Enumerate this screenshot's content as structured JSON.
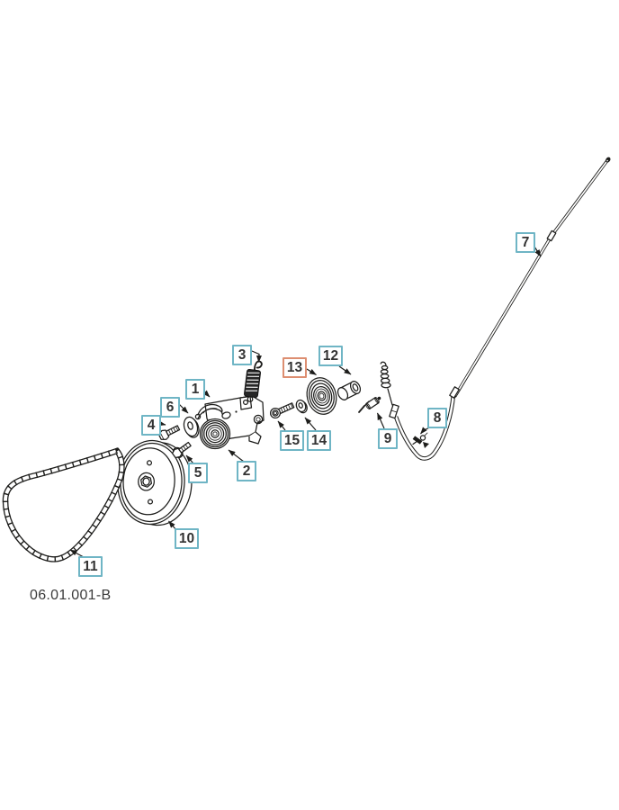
{
  "diagram": {
    "drawing_code": "06.01.001-B",
    "highlighted_callout": "13",
    "colors": {
      "callout_border": "#6fb5c5",
      "callout_highlight_border": "#dd8e71",
      "line_art": "#1d1d1b",
      "code_text": "#3b3b3b",
      "background": "#ffffff"
    },
    "callouts": [
      {
        "label": "1",
        "highlighted": false
      },
      {
        "label": "2",
        "highlighted": false
      },
      {
        "label": "3",
        "highlighted": false
      },
      {
        "label": "4",
        "highlighted": false
      },
      {
        "label": "5",
        "highlighted": false
      },
      {
        "label": "6",
        "highlighted": false
      },
      {
        "label": "7",
        "highlighted": false
      },
      {
        "label": "8",
        "highlighted": false
      },
      {
        "label": "9",
        "highlighted": false
      },
      {
        "label": "10",
        "highlighted": false
      },
      {
        "label": "11",
        "highlighted": false
      },
      {
        "label": "12",
        "highlighted": false
      },
      {
        "label": "13",
        "highlighted": true
      },
      {
        "label": "14",
        "highlighted": false
      },
      {
        "label": "15",
        "highlighted": false
      }
    ]
  }
}
